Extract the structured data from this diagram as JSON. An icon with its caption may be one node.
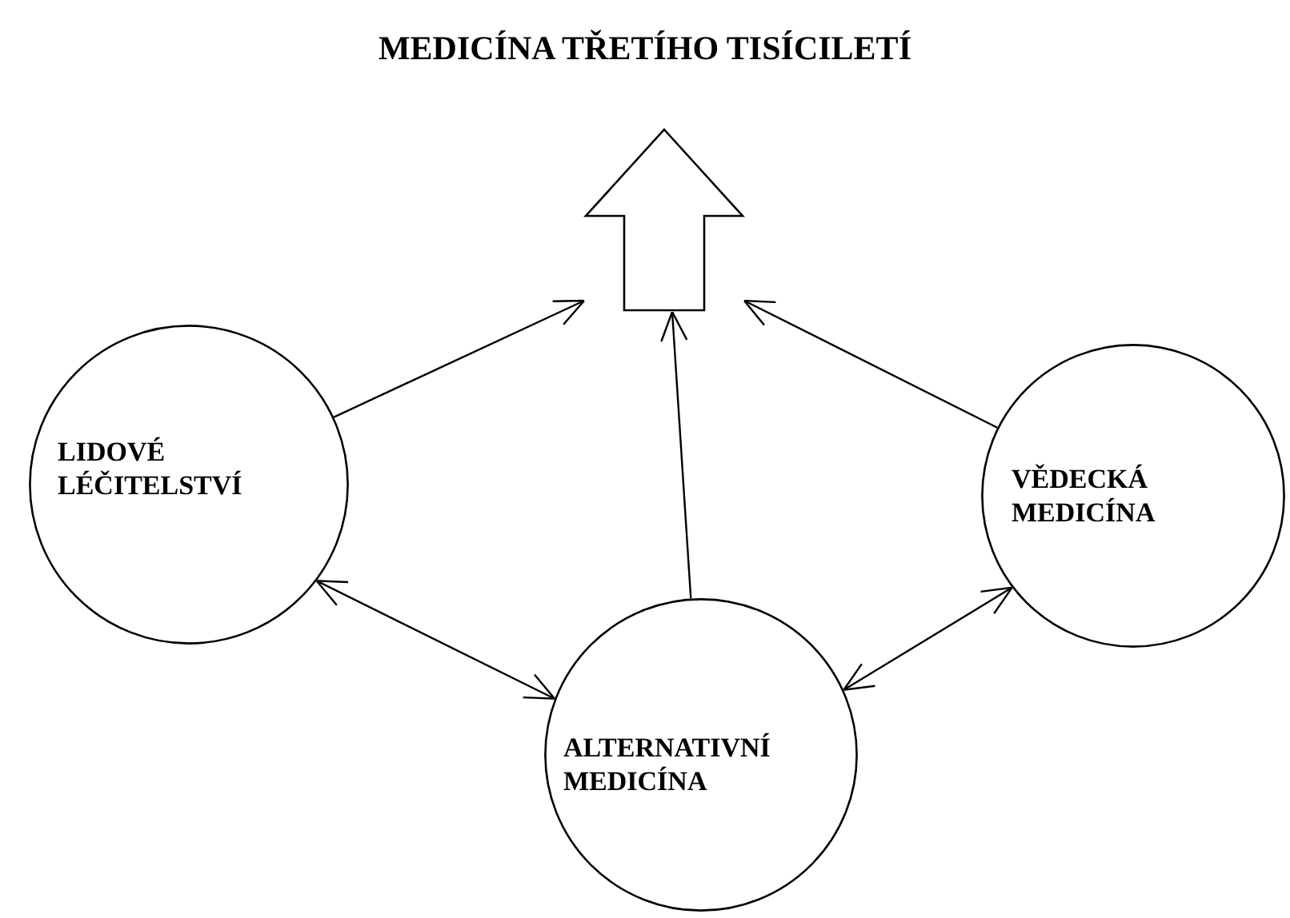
{
  "diagram": {
    "title": "MEDICÍNA TŘETÍHO TISÍCILETÍ",
    "nodes": [
      {
        "text": [],
        "shape": "arrow"
      },
      {
        "text": [
          "LIDOVÉ LÉČITELSTVÍ"
        ]
      },
      {
        "text": [
          "VĚDECKÁ MEDICÍNA"
        ]
      },
      {
        "text": [
          "ALTERNATIVNÍ MEDICÍNA"
        ]
      }
    ],
    "edges": [
      {
        "from": 1,
        "to": 0,
        "arrow": "to"
      },
      {
        "from": 3,
        "to": 0,
        "arrow": "to"
      },
      {
        "from": 2,
        "to": 0,
        "arrow": "to"
      },
      {
        "from": 1,
        "to": 3,
        "arrow": "both"
      },
      {
        "from": 3,
        "to": 2,
        "arrow": "both"
      }
    ]
  }
}
